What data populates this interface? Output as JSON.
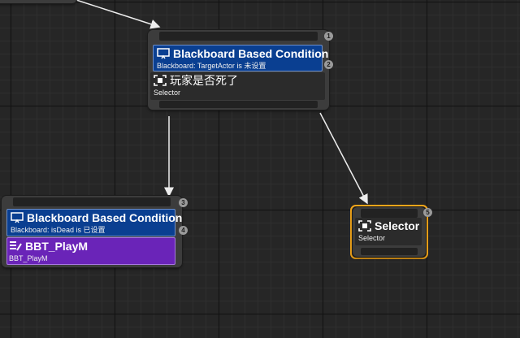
{
  "nodes": [
    {
      "decorator": {
        "title": "Blackboard Based Condition",
        "subtitle": "Blackboard: TargetActor is 未设置",
        "index": "2"
      },
      "composite": {
        "title": "玩家是否死了",
        "subtitle": "Selector"
      },
      "index": "1"
    },
    {
      "decorator": {
        "title": "Blackboard Based Condition",
        "subtitle": "Blackboard: isDead is 已设置",
        "index": "4"
      },
      "task": {
        "title": "BBT_PlayM",
        "subtitle": "BBT_PlayM"
      },
      "index": "3"
    },
    {
      "composite": {
        "title": "Selector",
        "subtitle": "Selector"
      },
      "index": "5"
    }
  ],
  "colors": {
    "decorator": "#0a3f91",
    "task": "#6a24b8",
    "selection": "#f2a51a",
    "wire": "#e6e6e6"
  }
}
